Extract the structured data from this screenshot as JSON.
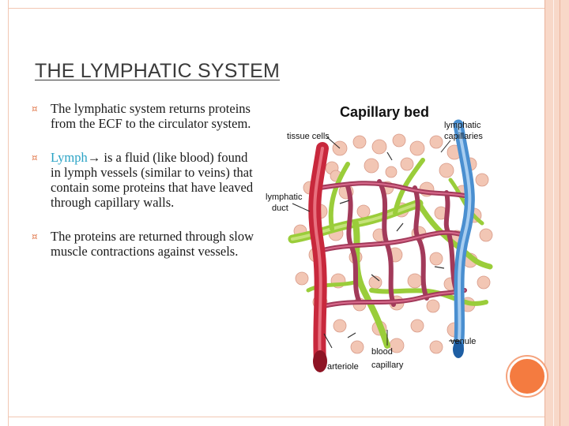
{
  "slide": {
    "title": "THE LYMPHATIC SYSTEM",
    "bullets": [
      {
        "text": "The lymphatic system returns proteins from the ECF to the circulator system."
      },
      {
        "highlight": "Lymph",
        "arrow": "→",
        "text": " is a fluid (like blood) found in lymph vessels (similar to veins) that contain some proteins that have leaved through capillary walls."
      },
      {
        "text": "The proteins are returned through slow muscle contractions against vessels."
      }
    ],
    "bullet_marker": "¤"
  },
  "diagram": {
    "title": "Capillary bed",
    "labels": {
      "tissue_cells": "tissue cells",
      "lymphatic_capillaries_1": "lymphatic",
      "lymphatic_capillaries_2": "capillaries",
      "lymphatic_duct_1": "lymphatic",
      "lymphatic_duct_2": "duct",
      "venule": "venule",
      "arteriole": "arteriole",
      "blood_capillary_1": "blood",
      "blood_capillary_2": "capillary"
    }
  },
  "colors": {
    "accent": "#f47b40",
    "band": "#f8d8c8",
    "artery": "#c8283c",
    "vein": "#4a8fd0",
    "lymph": "#9acd3a",
    "capillary": "#a23a5a",
    "cell": "#f2c6b4"
  }
}
